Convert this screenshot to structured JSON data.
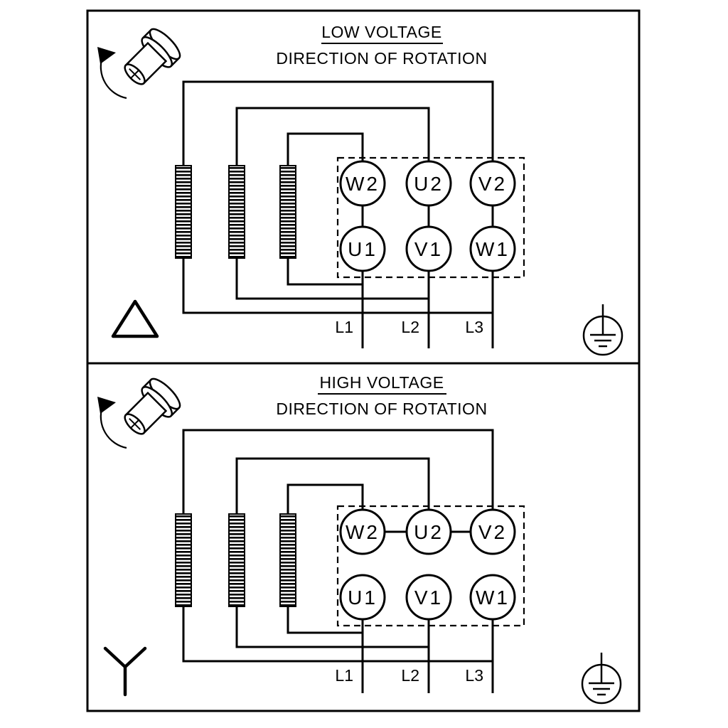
{
  "colors": {
    "ink": "#000000",
    "paper": "#ffffff"
  },
  "panels": [
    {
      "title": "LOW VOLTAGE",
      "subtitle": "DIRECTION OF ROTATION",
      "connection_type": "delta",
      "terminals_top": [
        "W2",
        "U2",
        "V2"
      ],
      "terminals_bottom": [
        "U1",
        "V1",
        "W1"
      ],
      "supply_labels": [
        "L1",
        "L2",
        "L3"
      ],
      "icons": [
        "rotation-direction-icon",
        "delta-symbol",
        "earth-ground-icon",
        "motor-winding"
      ]
    },
    {
      "title": "HIGH VOLTAGE",
      "subtitle": "DIRECTION OF ROTATION",
      "connection_type": "star",
      "terminals_top": [
        "W2",
        "U2",
        "V2"
      ],
      "terminals_bottom": [
        "U1",
        "V1",
        "W1"
      ],
      "supply_labels": [
        "L1",
        "L2",
        "L3"
      ],
      "icons": [
        "rotation-direction-icon",
        "star-symbol",
        "earth-ground-icon",
        "motor-winding"
      ]
    }
  ]
}
